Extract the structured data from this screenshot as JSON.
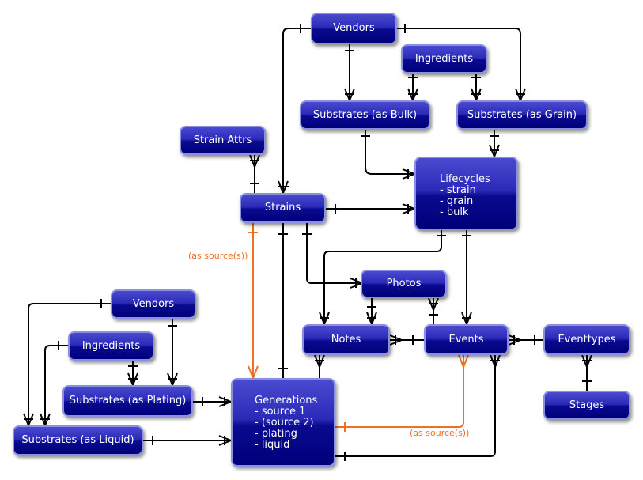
{
  "entities": {
    "vendors_top": "Vendors",
    "ingredients_top": "Ingredients",
    "substrates_bulk": "Substrates (as Bulk)",
    "substrates_grain": "Substrates (as Grain)",
    "strain_attrs": "Strain Attrs",
    "strains": "Strains",
    "lifecycles": {
      "title": "Lifecycles",
      "attrs": [
        "- strain",
        "- grain",
        "- bulk"
      ]
    },
    "photos": "Photos",
    "vendors_left": "Vendors",
    "ingredients_left": "Ingredients",
    "notes": "Notes",
    "events": "Events",
    "eventtypes": "Eventtypes",
    "substrates_plating": "Substrates (as Plating)",
    "generations": {
      "title": "Generations",
      "attrs": [
        "- source 1",
        "- (source 2)",
        "- plating",
        "- liquid"
      ]
    },
    "stages": "Stages",
    "substrates_liquid": "Substrates (as Liquid)"
  },
  "labels": {
    "strains_source": "(as source(s))",
    "events_source": "(as source(s))"
  },
  "colors": {
    "entity_fill": "#1a1aa8",
    "entity_border": "#8a8fe0",
    "connector": "#000000",
    "source_connector": "#f07020"
  }
}
